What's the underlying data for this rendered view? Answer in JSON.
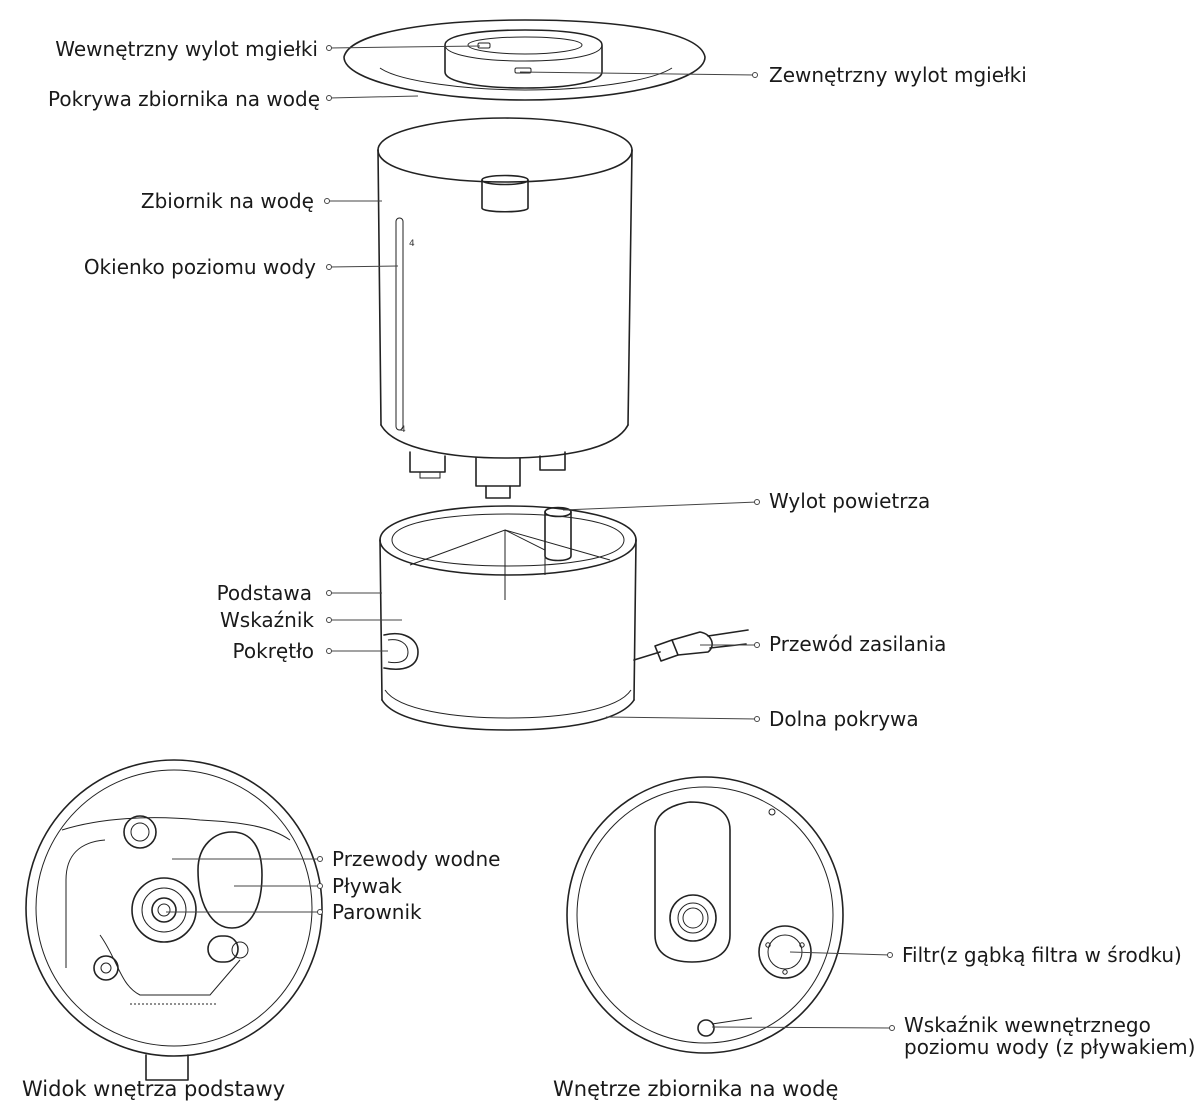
{
  "labels": {
    "inner_mist_outlet": "Wewnętrzny wylot mgiełki",
    "tank_cover": "Pokrywa zbiornika na wodę",
    "outer_mist_outlet": "Zewnętrzny wylot mgiełki",
    "water_tank": "Zbiornik na wodę",
    "water_level_window": "Okienko poziomu wody",
    "air_outlet": "Wylot powietrza",
    "base": "Podstawa",
    "indicator": "Wskaźnik",
    "knob": "Pokrętło",
    "power_cord": "Przewód zasilania",
    "bottom_cover": "Dolna pokrywa",
    "water_channels": "Przewody wodne",
    "float": "Pływak",
    "evaporator": "Parownik",
    "filter": "Filtr(z gąbką filtra w środku)",
    "inner_level_indicator_line1": "Wskaźnik wewnętrznego",
    "inner_level_indicator_line2": "poziomu wody (z pływakiem)"
  },
  "captions": {
    "base_interior": "Widok wnętrza podstawy",
    "tank_interior": "Wnętrze zbiornika na wodę"
  },
  "colors": {
    "ink": "#222222",
    "text": "#1a1a1a",
    "background": "#ffffff"
  }
}
